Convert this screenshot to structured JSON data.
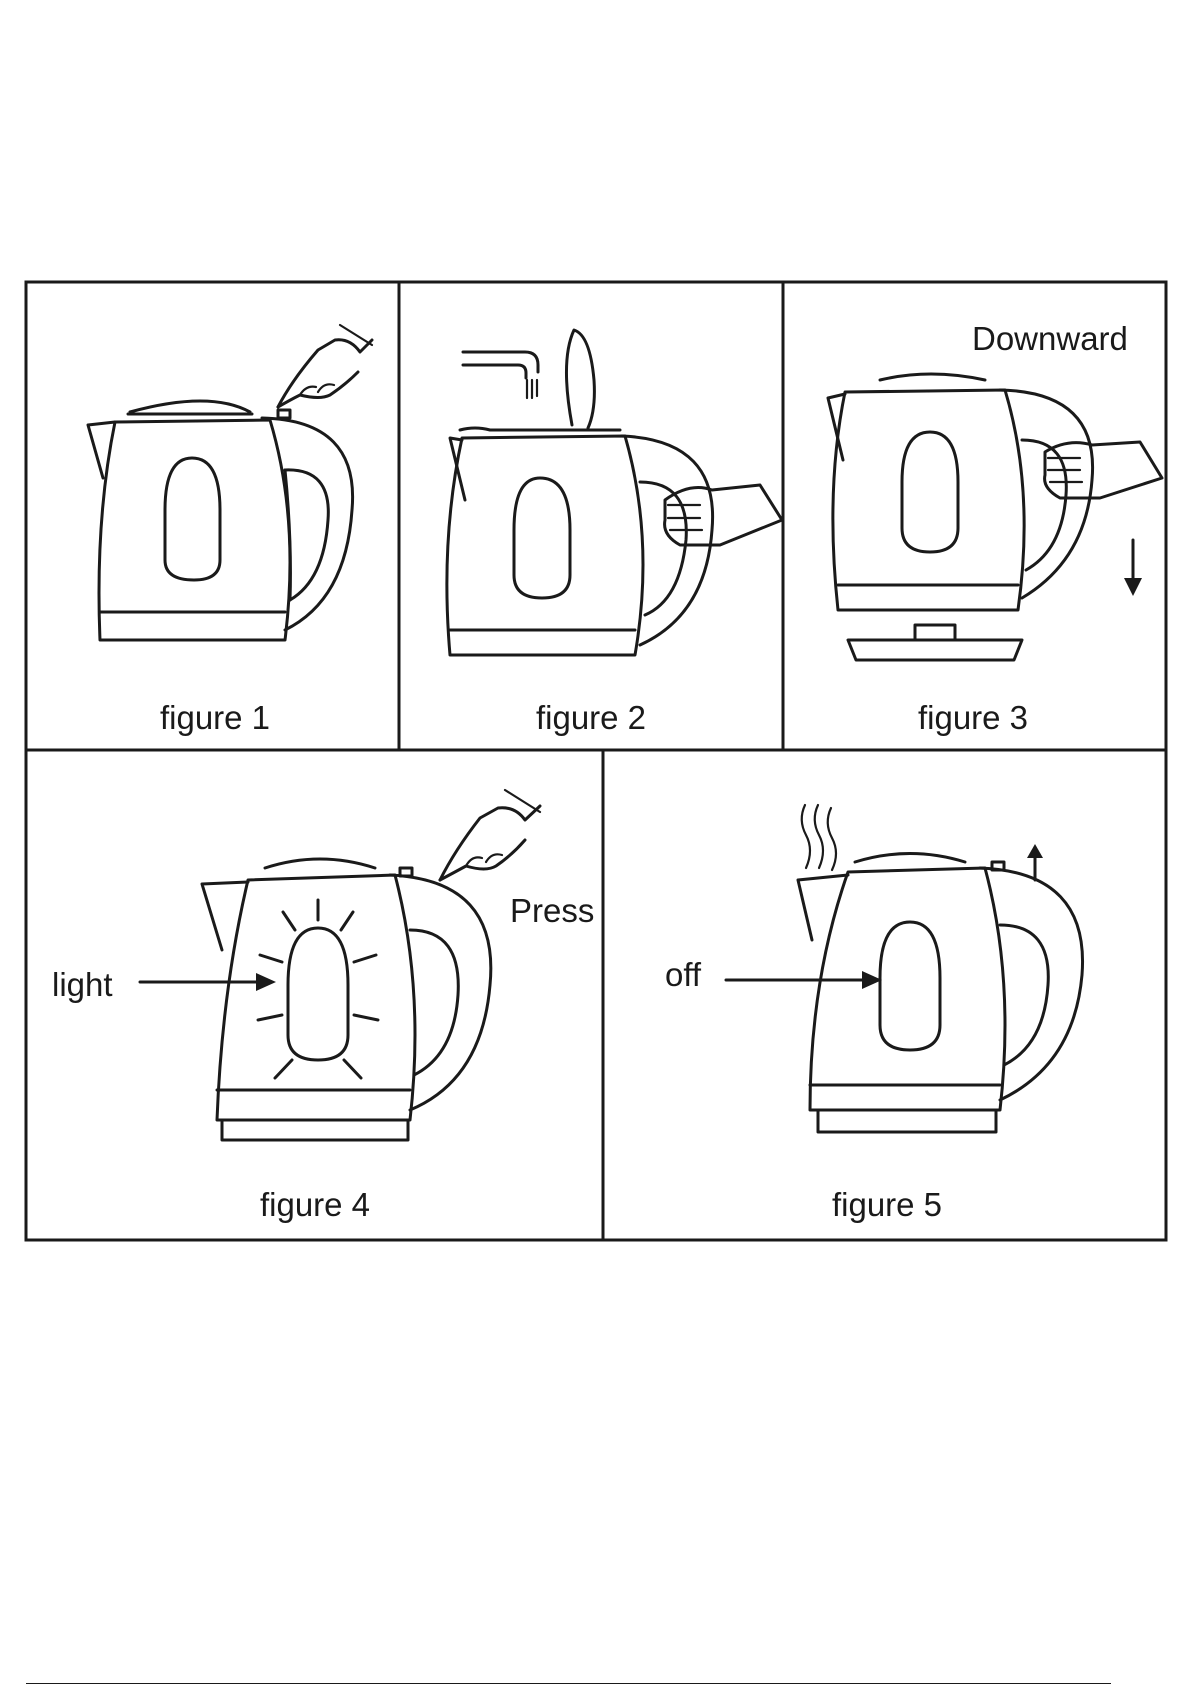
{
  "figures": [
    {
      "caption": "figure 1"
    },
    {
      "caption": "figure 2"
    },
    {
      "caption": "figure 3"
    },
    {
      "caption": "figure 4"
    },
    {
      "caption": "figure 5"
    }
  ],
  "annotations": {
    "downward": "Downward",
    "press": "Press",
    "light": "light",
    "off": "off"
  },
  "colors": {
    "ink": "#1a1a1a",
    "paper": "#ffffff"
  }
}
